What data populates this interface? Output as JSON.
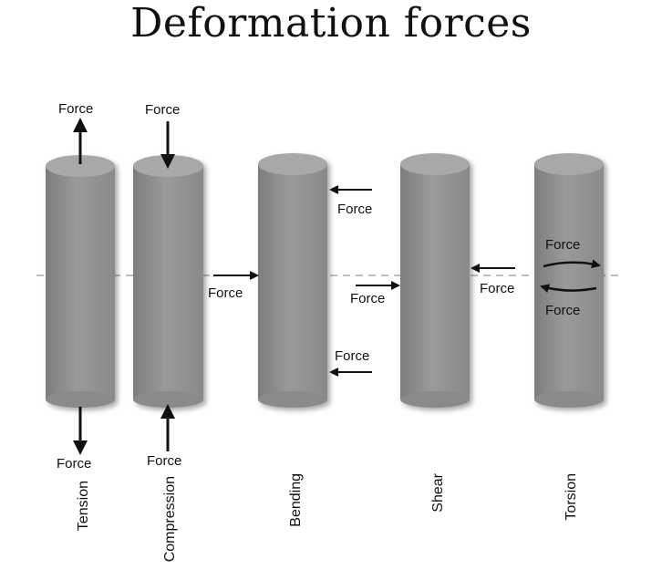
{
  "title": "Deformation forces",
  "force_label": "Force",
  "captions": {
    "tension": "Tension",
    "compression": "Compression",
    "bending": "Bending",
    "shear": "Shear",
    "torsion": "Torsion"
  }
}
